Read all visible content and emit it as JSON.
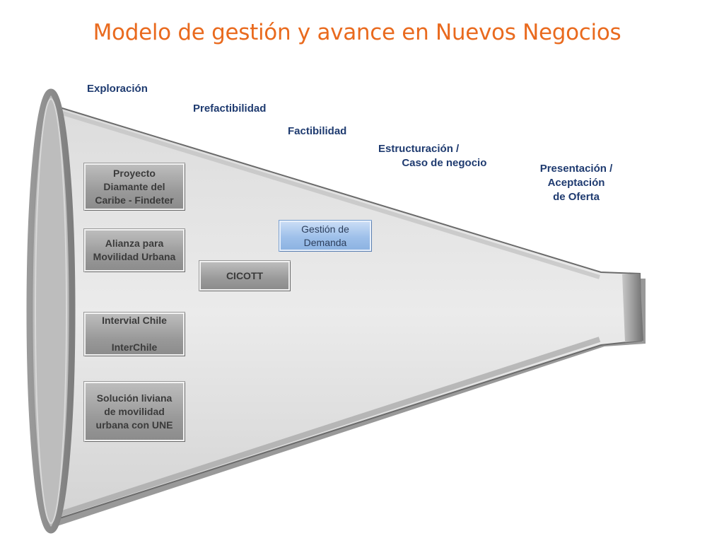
{
  "title": "Modelo de gestión y avance en Nuevos Negocios",
  "stages": [
    {
      "label": "Exploración"
    },
    {
      "label": "Prefactibilidad"
    },
    {
      "label": "Factibilidad"
    },
    {
      "label": "Estructuración /\n        Caso de negocio"
    },
    {
      "label": "Presentación /\nAceptación\nde Oferta"
    }
  ],
  "boxes": [
    {
      "label": "Proyecto\nDiamante del\nCaribe - Findeter"
    },
    {
      "label": "Alianza para\nMovilidad Urbana"
    },
    {
      "label": "Intervial Chile\n\nInterChile"
    },
    {
      "label": "Solución liviana\nde movilidad\nurbana con UNE"
    },
    {
      "label": "CICOTT"
    },
    {
      "label": "Gestión de\nDemanda"
    }
  ],
  "colors": {
    "title": "#e96a1e",
    "stage_text": "#1f3b70",
    "box_gray": "#9a9a9a",
    "box_blue": "#9ec0ea"
  }
}
